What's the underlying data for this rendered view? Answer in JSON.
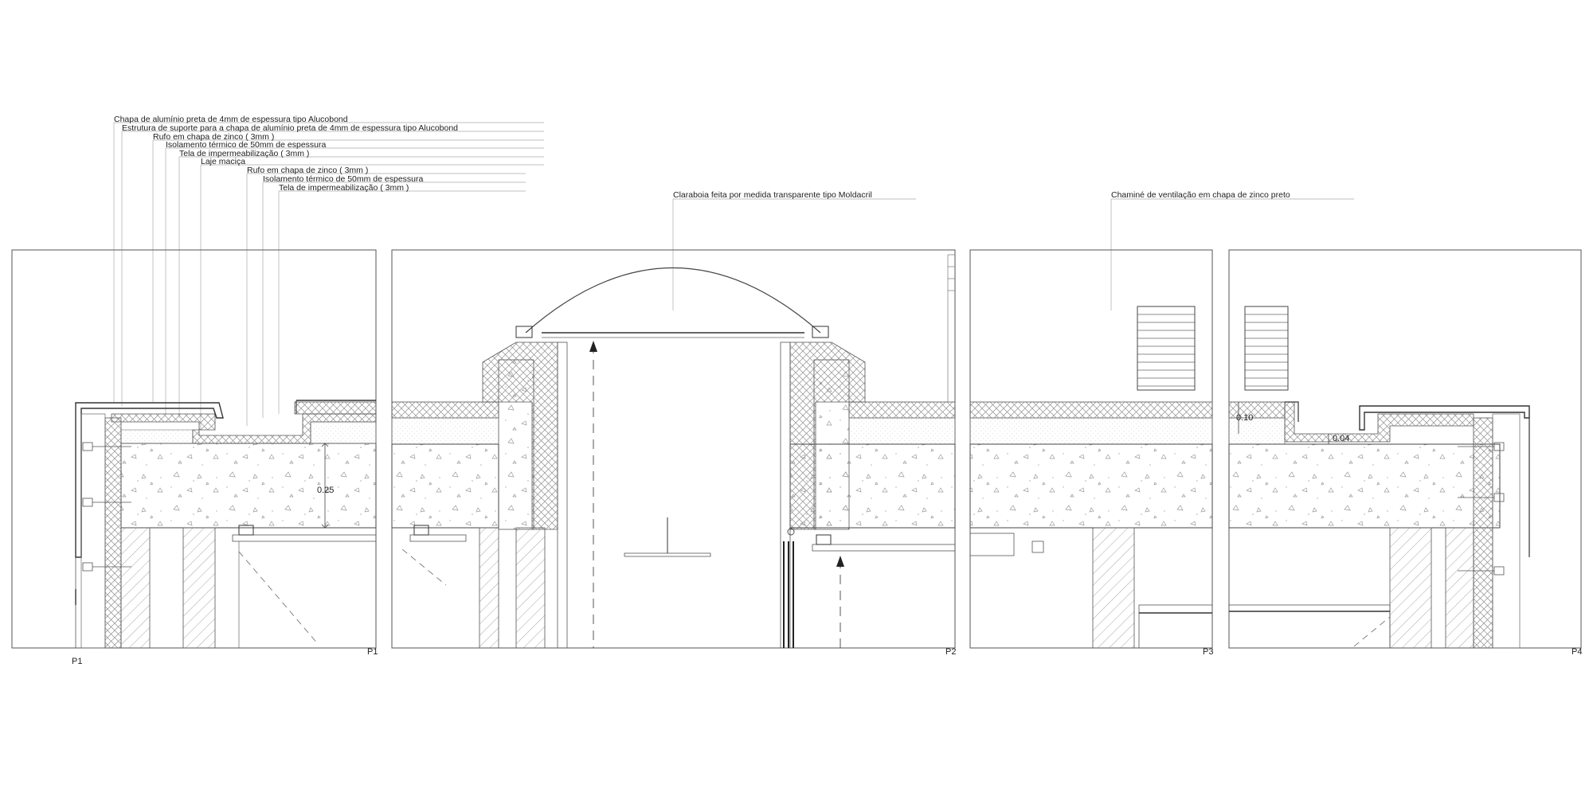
{
  "notes": {
    "n1": "Chapa de alumínio preta de 4mm de espessura tipo Alucobond",
    "n2": "Estrutura de suporte para a chapa de alumínio preta de 4mm de espessura tipo Alucobond",
    "n3": "Rufo em chapa de zinco ( 3mm )",
    "n4": "Isolamento térmico de 50mm de espessura",
    "n5": "Tela de impermeabilização ( 3mm )",
    "n6": "Laje maciça",
    "n7": "Rufo em chapa de zinco ( 3mm )",
    "n8": "Isolamento térmico de 50mm de espessura",
    "n9": "Tela de impermeabilização ( 3mm )",
    "skylight": "Claraboia feita por medida transparente tipo Moldacril",
    "chimney": "Chaminé de ventilação em chapa de zinco preto"
  },
  "panels": {
    "p1_left": "P1",
    "p1_right": "P1",
    "p2": "P2",
    "p3": "P3",
    "p4": "P4"
  },
  "dimensions": {
    "slab": "0.25",
    "upstand": "0.10",
    "step": "0.04"
  },
  "colors": {
    "line": "#3a3a3a",
    "fine": "#8a8a8a",
    "hatch": "#9a9a9a"
  }
}
